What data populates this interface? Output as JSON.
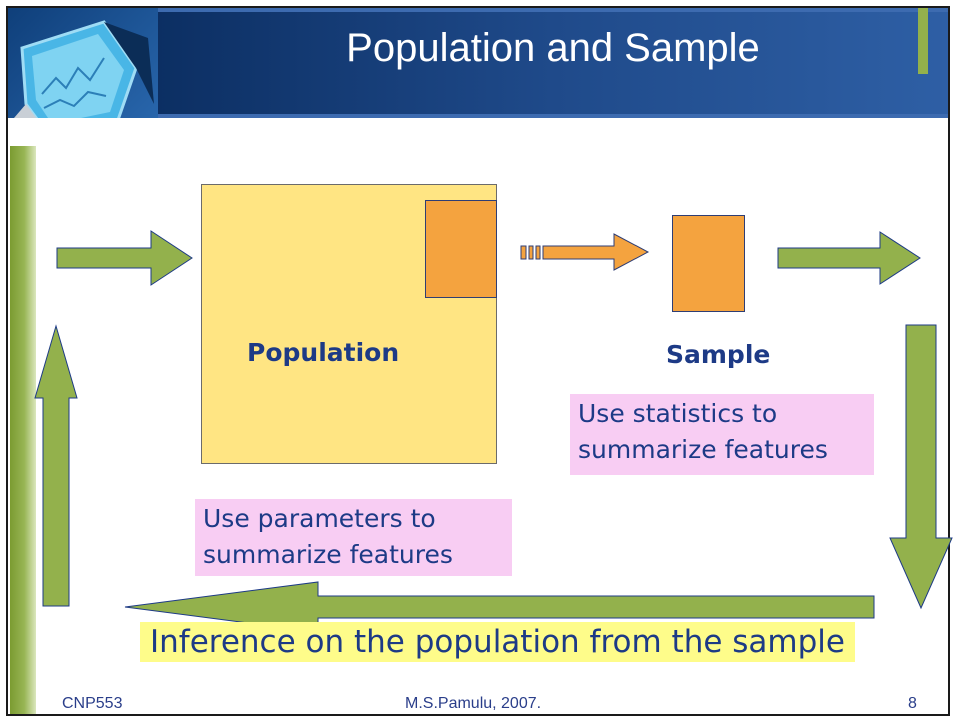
{
  "title": "Population and Sample",
  "diagram": {
    "population_label": "Population",
    "sample_label": "Sample",
    "statistics_note": "Use statistics to summarize features",
    "parameters_note": "Use parameters to summarize features",
    "inference_caption": "Inference on the population from the sample"
  },
  "footer": {
    "course": "CNP553",
    "author": "M.S.Pamulu, 2007.",
    "page": "8"
  },
  "colors": {
    "header": "#1f4a8a",
    "arrow_green": "#93b14c",
    "population_fill": "#ffe583",
    "sample_fill": "#f4a33f",
    "note_pink": "#f8cdf3",
    "caption_yellow": "#fefc8a"
  }
}
